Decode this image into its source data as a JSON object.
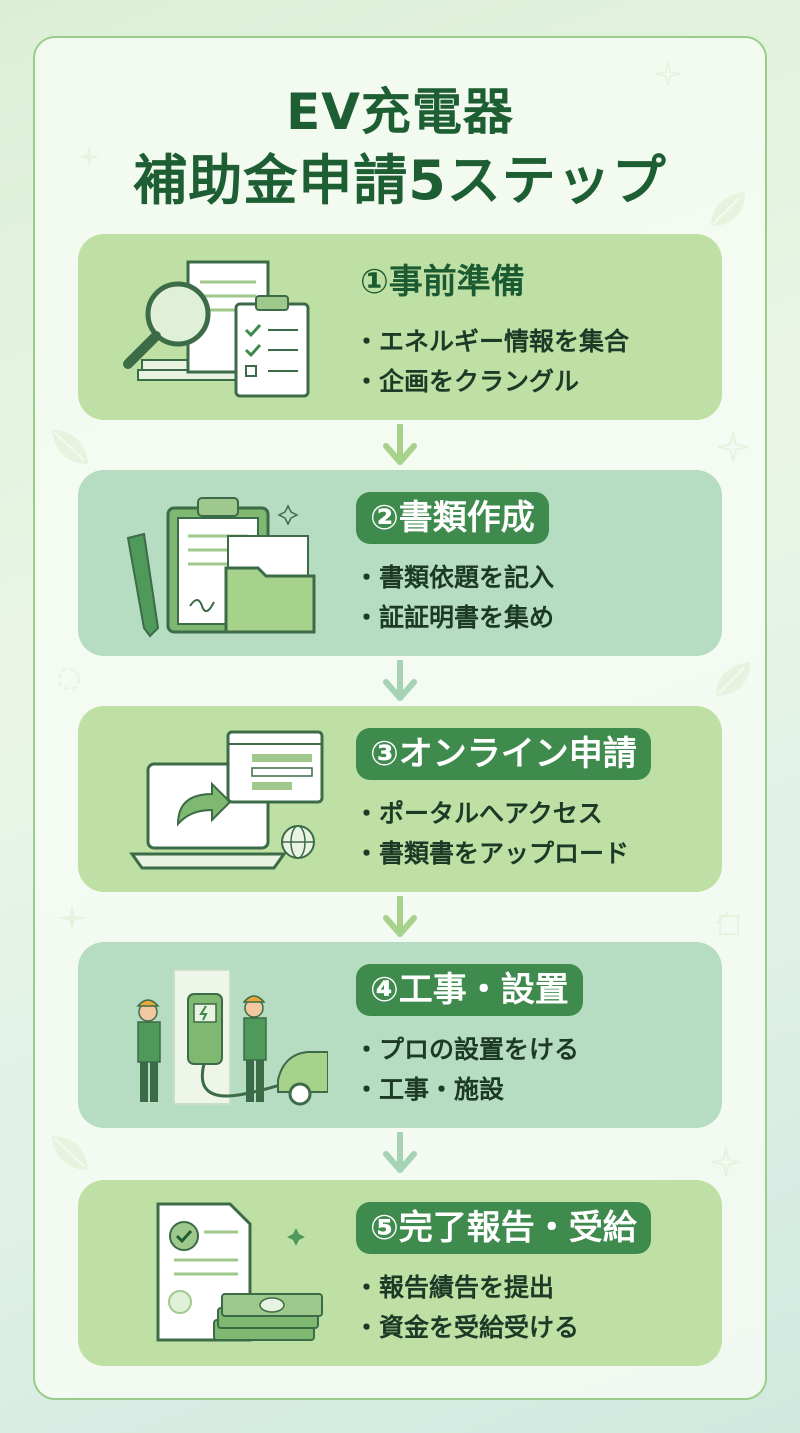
{
  "title": {
    "line1": "EV充電器",
    "line2": "補助金申請5ステップ"
  },
  "steps": [
    {
      "heading": "①事前準備",
      "bullets": [
        "エネルギー情報を集合",
        "企画をクラングル"
      ]
    },
    {
      "heading": "②書類作成",
      "bullets": [
        "書類依題を記入",
        "証証明書を集め"
      ]
    },
    {
      "heading": "③オンライン申請",
      "bullets": [
        "ポータルへアクセス",
        "書類書をアップロード"
      ]
    },
    {
      "heading": "④工事・設置",
      "bullets": [
        "プロの設置をける",
        "工事・施設"
      ]
    },
    {
      "heading": "⑤完了報告・受給",
      "bullets": [
        "報告績告を提出",
        "資金を受給受ける"
      ]
    }
  ],
  "icons": [
    "magnifier-documents-icon",
    "clipboard-pen-folder-icon",
    "laptop-upload-globe-icon",
    "workers-ev-charger-icon",
    "certificate-money-icon",
    "leaf-icon",
    "sparkle-icon",
    "arrow-down-icon"
  ],
  "colors": {
    "title": "#1d5e33",
    "card_light": "#bfe0a5",
    "card_teal": "#b6dcc1",
    "pill": "#3f8b4e"
  }
}
